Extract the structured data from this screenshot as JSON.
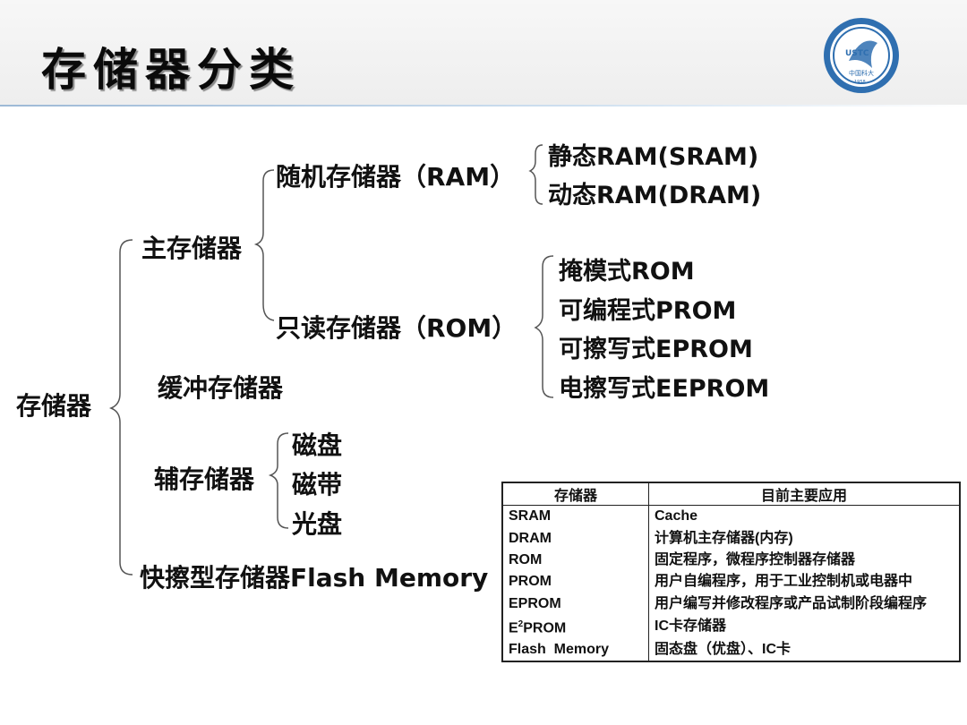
{
  "slide_title": "存储器分类",
  "logo": {
    "text_top": "USTC",
    "text_mid": "中国科大",
    "text_year": "1958"
  },
  "tree": {
    "root": "存储器",
    "main_memory": "主存储器",
    "ram": "随机存储器（RAM）",
    "sram": "静态RAM(SRAM)",
    "dram": "动态RAM(DRAM)",
    "rom": "只读存储器（ROM）",
    "mask_rom": "掩模式ROM",
    "prom": "可编程式PROM",
    "eprom": "可擦写式EPROM",
    "eeprom": "电擦写式EEPROM",
    "buffer": "缓冲存储器",
    "secondary": "辅存储器",
    "disk": "磁盘",
    "tape": "磁带",
    "optical": "光盘",
    "flash": "快擦型存储器Flash Memory"
  },
  "table": {
    "headers": [
      "存储器",
      "目前主要应用"
    ],
    "rows": [
      {
        "mem": "SRAM",
        "use": "Cache"
      },
      {
        "mem": "DRAM",
        "use": "计算机主存储器(内存)"
      },
      {
        "mem": "ROM",
        "use": "固定程序，微程序控制器存储器"
      },
      {
        "mem": "PROM",
        "use": "用户自编程序，用于工业控制机或电器中"
      },
      {
        "mem": "EPROM",
        "use": "用户编写并修改程序或产品试制阶段编程序"
      },
      {
        "mem_prefix": "E",
        "mem_sup": "2",
        "mem_suffix": "PROM",
        "use": "IC卡存储器"
      },
      {
        "mem": "Flash  Memory",
        "use": "固态盘（优盘）、IC卡"
      }
    ]
  }
}
